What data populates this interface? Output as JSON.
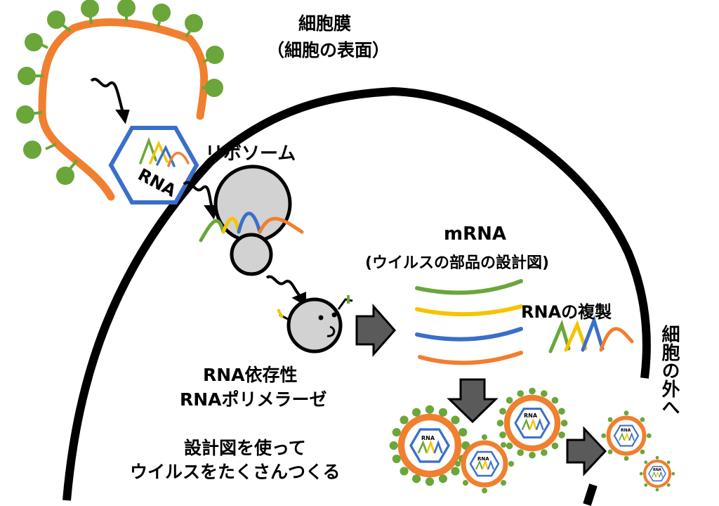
{
  "labels": {
    "membrane_title": "細胞膜",
    "membrane_sub": "（細胞の表面）",
    "ribosome": "リボソーム",
    "virus_rna": "RNA",
    "mrna_title": "mRNA",
    "mrna_sub": "(ウイルスの部品の設計図)",
    "replication": "RNAの複製",
    "polymerase_line1": "RNA依存性",
    "polymerase_line2": "RNAポリメラーゼ",
    "make_line1": "設計図を使って",
    "make_line2": "ウイルスをたくさんつくる",
    "outside": "細胞の外へ",
    "mini_rna": "RNA"
  },
  "colors": {
    "membrane_outline": "#000000",
    "virus_envelope": "#f07f2f",
    "spike": "#6aa63a",
    "capsid": "#3a6fc9",
    "rna_green": "#6aa63a",
    "rna_yellow": "#f5c400",
    "rna_blue": "#3a6fc9",
    "rna_orange": "#f07f2f",
    "ribosome_fill": "#d2d2d2",
    "arrow_fill": "#5a5a5a"
  },
  "icons": [
    "virus-particle-icon",
    "ribosome-icon",
    "polymerase-enzyme-icon",
    "block-arrow-icon",
    "squiggle-arrow-icon"
  ]
}
